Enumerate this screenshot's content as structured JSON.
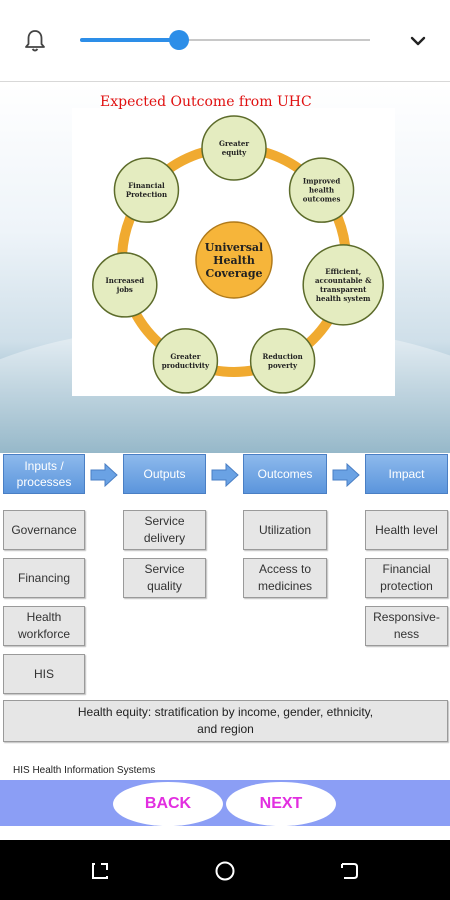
{
  "diagram": {
    "title": "Expected Outcome from UHC",
    "center": "Universal Health Coverage",
    "nodes": [
      "Greater equity",
      "Improved health outcomes",
      "Efficient, accountable & transparent health system",
      "Reduction poverty",
      "Greater productivity",
      "Increased jobs",
      "Financial Protection"
    ]
  },
  "slider": {
    "value": 0.34
  },
  "framework": {
    "headers": [
      "Inputs / processes",
      "Outputs",
      "Outcomes",
      "Impact"
    ],
    "inputs": [
      "Governance",
      "Financing",
      "Health workforce",
      "HIS"
    ],
    "outputs": [
      "Service delivery",
      "Service quality"
    ],
    "outcomes": [
      "Utilization",
      "Access to medicines"
    ],
    "impact": [
      "Health level",
      "Financial protection",
      "Responsive-ness"
    ],
    "equity": "Health equity: stratification by income, gender, ethnicity, and region",
    "abbreviation": "HIS Health Information Systems"
  },
  "nav": {
    "back_label": "BACK",
    "next_label": "NEXT"
  },
  "colors": {
    "accent": "#2d8ee8",
    "nav_bar": "#8b9ef5",
    "nav_text": "#e22ee0",
    "header_blue": "#5b95dc",
    "title_red": "#e01010"
  }
}
